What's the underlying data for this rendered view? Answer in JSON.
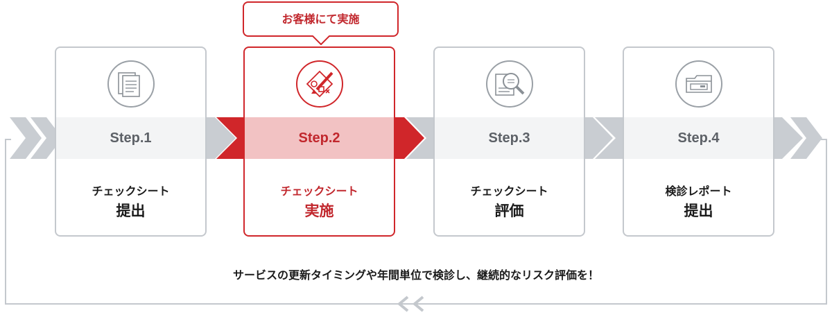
{
  "callout": {
    "text": "お客様にて実施"
  },
  "steps": [
    {
      "step": "Step.1",
      "line1": "チェックシート",
      "line2": "提出",
      "icon": "documents-icon",
      "active": false
    },
    {
      "step": "Step.2",
      "line1": "チェックシート",
      "line2": "実施",
      "icon": "pen-checklist-icon",
      "active": true
    },
    {
      "step": "Step.3",
      "line1": "チェックシート",
      "line2": "評価",
      "icon": "magnifier-document-icon",
      "active": false
    },
    {
      "step": "Step.4",
      "line1": "検診レポート",
      "line2": "提出",
      "icon": "folder-report-icon",
      "active": false
    }
  ],
  "footer": {
    "text": "サービスの更新タイミングや年間単位で検診し、継続的なリスク評価を！"
  },
  "colors": {
    "accent": "#c1272d",
    "grey": "#c4c8cd",
    "text": "#1a1a1a"
  }
}
